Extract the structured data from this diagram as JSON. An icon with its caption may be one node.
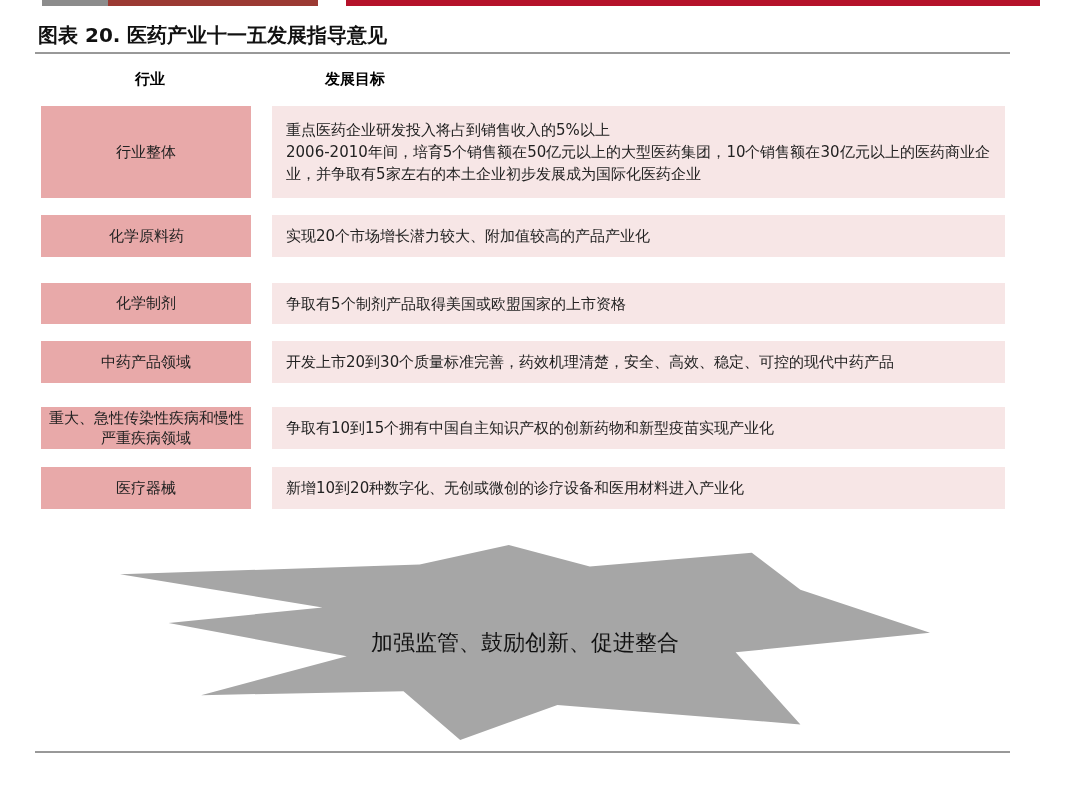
{
  "diagram": {
    "title": "图表 20. 医药产业十一五发展指导意见",
    "nodes": [
      {
        "text": [
          "行业整体"
        ]
      },
      {
        "text": [
          "重点医药企业研发投入将占到销售收入的5%以上",
          "2006-2010年间，培育5个销售额在50亿元以上的大型医药集团，10个销售额在30亿元以上的医药商业企业，并争取有5家左右的本土企业初步发展成为国际化医药企业"
        ]
      },
      {
        "text": [
          "化学原料药"
        ]
      },
      {
        "text": [
          "实现20个市场增长潜力较大、附加值较高的产品产业化"
        ]
      },
      {
        "text": [
          "化学制剂"
        ]
      },
      {
        "text": [
          "争取有5个制剂产品取得美国或欧盟国家的上市资格"
        ]
      },
      {
        "text": [
          "中药产品领域"
        ]
      },
      {
        "text": [
          "开发上市20到30个质量标准完善，药效机理清楚，安全、高效、稳定、可控的现代中药产品"
        ]
      },
      {
        "text": [
          "重大、急性传染性疾病和慢性严重疾病领域"
        ]
      },
      {
        "text": [
          "争取有10到15个拥有中国自主知识产权的创新药物和新型疫苗实现产业化"
        ]
      },
      {
        "text": [
          "医疗器械"
        ]
      },
      {
        "text": [
          "新增10到20种数字化、无创或微创的诊疗设备和医用材料进入产业化"
        ]
      },
      {
        "text": [
          "加强监管、鼓励创新、促进整合"
        ]
      }
    ],
    "labels": [
      "行业",
      "发展目标"
    ]
  }
}
